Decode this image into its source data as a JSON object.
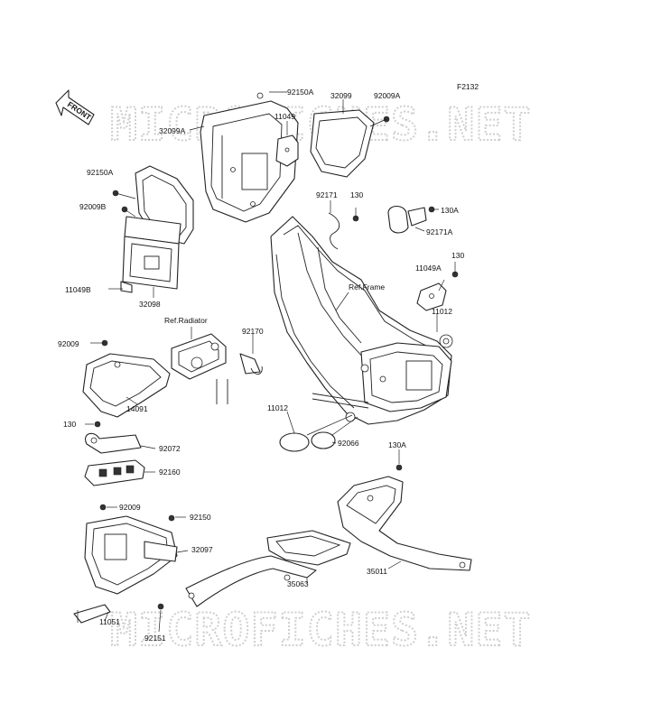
{
  "diagram_code": "F2132",
  "watermark": "MICROFICHES.NET",
  "front_badge": "FRONT",
  "references": {
    "radiator": "Ref.Radiator",
    "frame": "Ref.Frame"
  },
  "labels": {
    "p92150A_top": "92150A",
    "p32099": "32099",
    "p92009A": "92009A",
    "p32099A": "32099A",
    "p11049": "11049",
    "p92150A_left": "92150A",
    "p92009B": "92009B",
    "p11049B": "11049B",
    "p32098": "32098",
    "p92171": "92171",
    "p130_a": "130",
    "p130A_a": "130A",
    "p92171A": "92171A",
    "p130_b": "130",
    "p11049A": "11049A",
    "p11012_a": "11012",
    "p92009_a": "92009",
    "p92170": "92170",
    "p14091": "14091",
    "p130_c": "130",
    "p92072": "92072",
    "p92160": "92160",
    "p11012_b": "11012",
    "p92066": "92066",
    "p130A_b": "130A",
    "p92009_b": "92009",
    "p92150": "92150",
    "p32097": "32097",
    "p35011": "35011",
    "p35063": "35063",
    "p11051": "11051",
    "p92151": "92151"
  }
}
